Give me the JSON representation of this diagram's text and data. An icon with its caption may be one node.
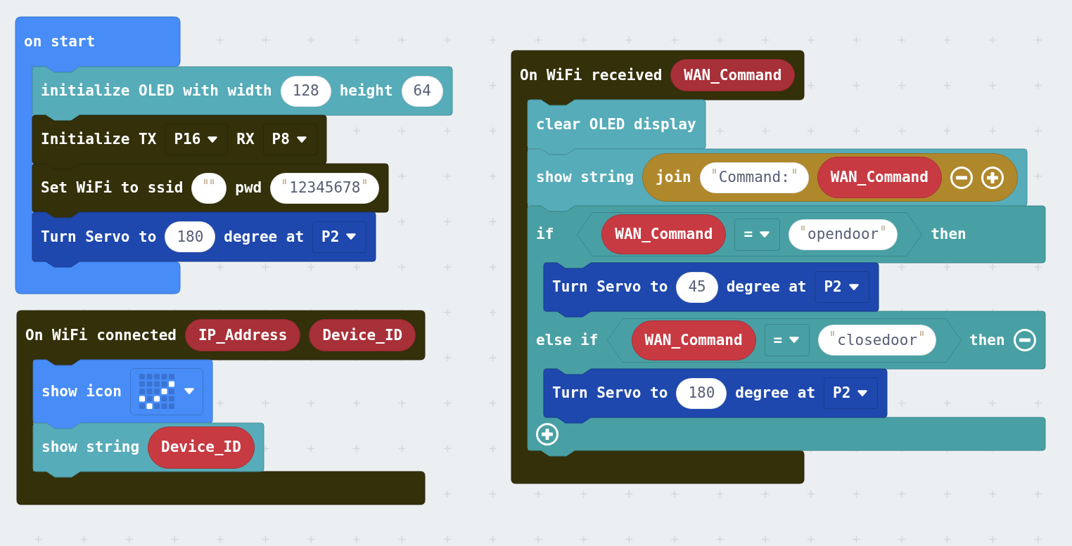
{
  "diagram": {
    "nodes": [
      {
        "text": [
          "on start"
        ]
      },
      {
        "text": [
          "initialize OLED with width",
          "height"
        ]
      },
      {
        "text": [
          "128"
        ],
        "in": 1
      },
      {
        "text": [
          "64"
        ],
        "in": 1
      },
      {
        "text": [
          "Initialize TX",
          "RX"
        ]
      },
      {
        "text": [
          "P16"
        ],
        "in": 4
      },
      {
        "text": [
          "P8"
        ],
        "in": 4
      },
      {
        "text": [
          "Set WiFi to ssid",
          "pwd"
        ]
      },
      {
        "text": [],
        "shape": "oval",
        "in": 7
      },
      {
        "text": [
          "12345678"
        ],
        "in": 7
      },
      {
        "text": [
          "Turn Servo to",
          "degree at"
        ]
      },
      {
        "text": [
          "180"
        ],
        "in": 10
      },
      {
        "text": [
          "P2"
        ],
        "in": 10
      },
      {
        "text": [
          "On WiFi connected"
        ]
      },
      {
        "text": [
          "IP_Address"
        ],
        "in": 13
      },
      {
        "text": [
          "Device_ID"
        ],
        "in": 13
      },
      {
        "text": [
          "show icon"
        ],
        "in": 13
      },
      {
        "text": [],
        "shape": "box",
        "in": 16
      },
      {
        "text": [
          "show string"
        ],
        "in": 13
      },
      {
        "text": [
          "Device_ID"
        ],
        "in": 18
      },
      {
        "text": [
          "On WiFi received"
        ]
      },
      {
        "text": [
          "WAN_Command"
        ],
        "in": 20
      },
      {
        "text": [
          "clear OLED display"
        ],
        "in": 20
      },
      {
        "text": [
          "show string"
        ]
      },
      {
        "text": [
          "join"
        ],
        "in": 23
      },
      {
        "text": [
          "Command:"
        ],
        "in": 24
      },
      {
        "text": [
          "WAN_Command"
        ],
        "in": 24
      },
      {
        "text": [
          "if",
          "then",
          "else if",
          "then"
        ]
      },
      {
        "text": [],
        "shape": "hexagon",
        "in": 27
      },
      {
        "text": [
          "WAN_Command"
        ],
        "in": 28
      },
      {
        "text": [
          "="
        ],
        "in": 28
      },
      {
        "text": [
          "opendoor"
        ],
        "in": 28
      },
      {
        "text": [
          "Turn Servo to",
          "degree at"
        ],
        "in": 27
      },
      {
        "text": [
          "45"
        ],
        "in": 32
      },
      {
        "text": [
          "P2"
        ],
        "in": 32
      },
      {
        "text": [],
        "shape": "hexagon",
        "in": 27
      },
      {
        "text": [
          "WAN_Command"
        ],
        "in": 35
      },
      {
        "text": [
          "="
        ],
        "in": 35
      },
      {
        "text": [
          "closedoor"
        ],
        "in": 35
      },
      {
        "text": [
          "Turn Servo to",
          "degree at"
        ],
        "in": 27
      },
      {
        "text": [
          "180"
        ],
        "in": 39
      },
      {
        "text": [
          "P2"
        ],
        "in": 39
      }
    ]
  }
}
